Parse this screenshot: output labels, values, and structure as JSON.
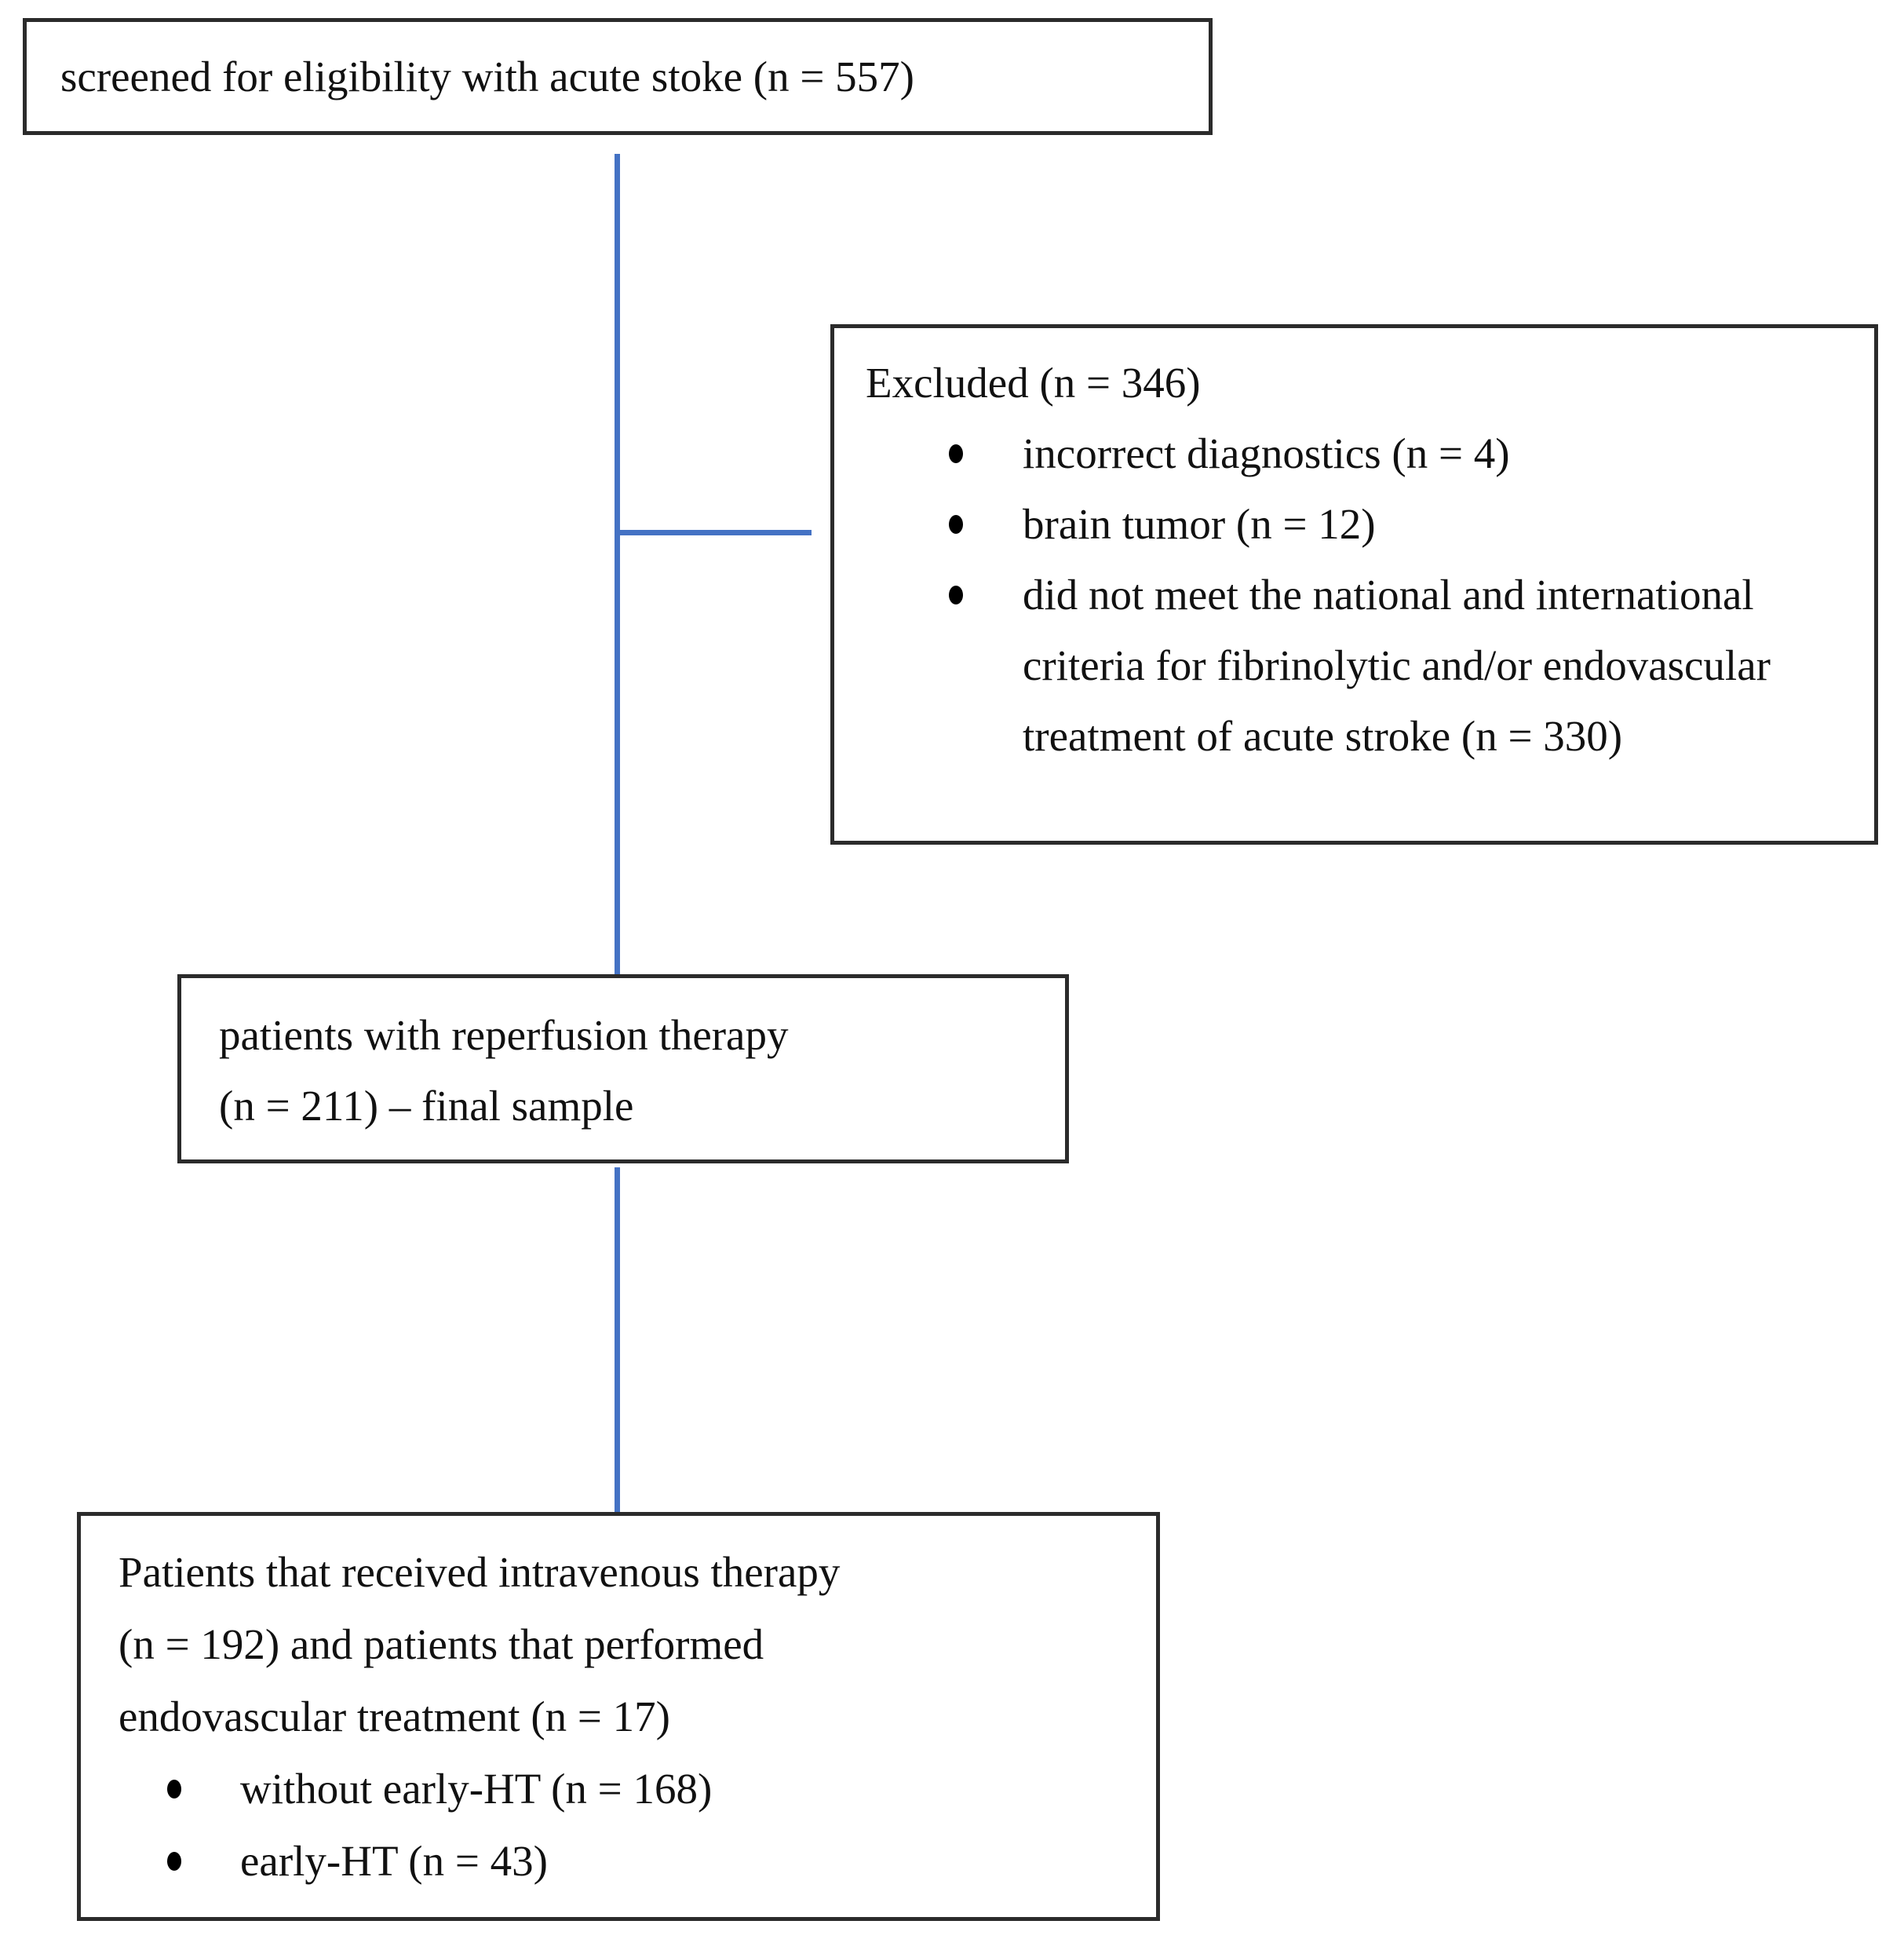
{
  "diagram": {
    "type": "flowchart",
    "colors": {
      "connector": "#4472C4",
      "border": "#2b2b2b"
    },
    "boxes": {
      "screened": {
        "text": "screened for eligibility with acute stoke (n = 557)"
      },
      "excluded": {
        "title": "Excluded (n = 346)",
        "bullets": [
          "incorrect diagnostics (n = 4)",
          "brain tumor (n = 12)",
          "did not meet the national and international criteria for fibrinolytic and/or endovascular treatment of acute stroke (n = 330)"
        ]
      },
      "reperfusion": {
        "lines": [
          "patients with reperfusion therapy",
          "(n = 211) – final sample"
        ]
      },
      "final": {
        "lines": [
          "Patients that received intravenous therapy",
          "(n = 192) and patients that performed",
          "endovascular treatment (n = 17)"
        ],
        "bullets": [
          "without early-HT (n = 168)",
          "early-HT (n = 43)"
        ]
      }
    }
  }
}
